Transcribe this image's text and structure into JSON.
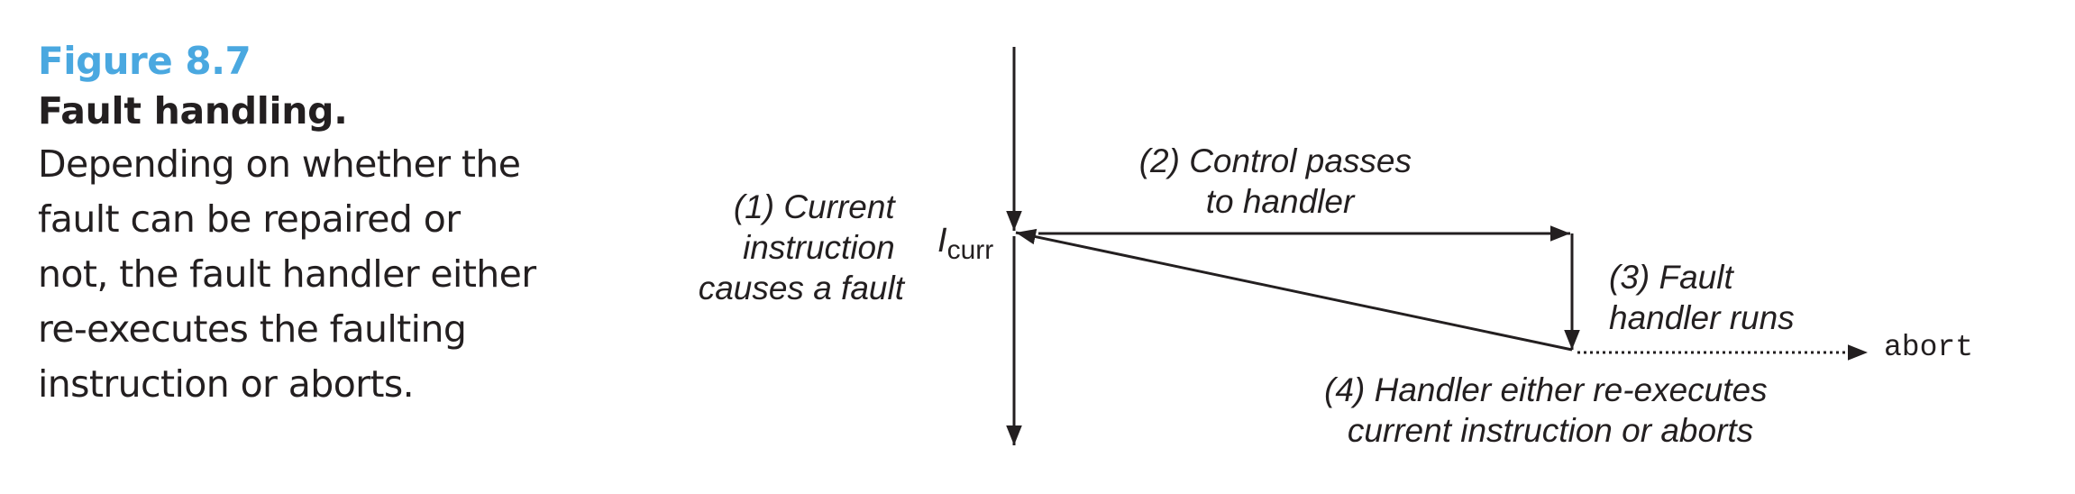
{
  "caption": {
    "figure_number": "Figure 8.7",
    "title": "Fault  handling.",
    "description_lines": [
      "Depending on whether the",
      "fault can be repaired or",
      "not, the fault handler either",
      "re-executes the faulting",
      "instruction or aborts."
    ],
    "accent_color": "#4aa8e0"
  },
  "diagram": {
    "current_instruction": {
      "symbol": "I",
      "subscript": "curr"
    },
    "step1_lines": [
      "(1) Current",
      "instruction",
      "causes a fault"
    ],
    "step2_lines": [
      "(2) Control passes",
      "to handler"
    ],
    "step3_lines": [
      "(3) Fault",
      "handler runs"
    ],
    "step4_lines": [
      "(4) Handler either re-executes",
      "current instruction or aborts"
    ],
    "abort_label": "abort"
  }
}
